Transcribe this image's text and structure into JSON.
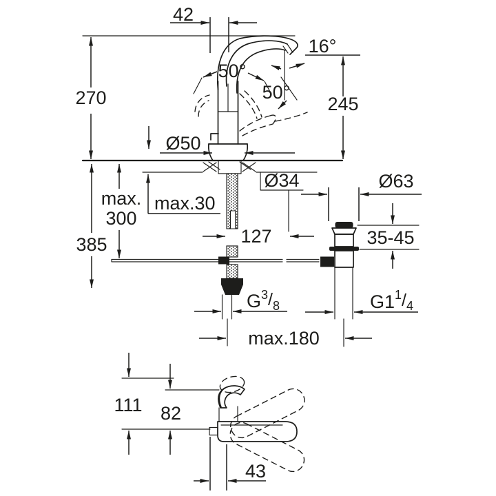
{
  "drawing": {
    "background": "#ffffff",
    "ink": "#1d1d1b"
  },
  "front_view": {
    "labels": {
      "width_top": "42",
      "spout_angle": "16°",
      "handle_swing_angle": "50°",
      "lever_lift_angle": "50°",
      "total_height": "270",
      "spout_height": "245",
      "base_diameter": "Ø50",
      "hole_diameter": "Ø34",
      "mount_depth_word": "max.",
      "mount_depth_value": "300",
      "deck_thickness": "max.30",
      "below_deck_height": "385",
      "rod_offset": "127",
      "waste_flange_diameter": "Ø63",
      "waste_deck_range": "35-45",
      "supply_thread": {
        "base": "G",
        "numerator": "3",
        "slash": "/",
        "denominator": "8"
      },
      "waste_thread": {
        "base": "G1",
        "numerator": "1",
        "slash": "/",
        "denominator": "4"
      },
      "hose_distance": "max.180"
    }
  },
  "top_view": {
    "labels": {
      "total_depth": "111",
      "body_depth": "82",
      "spout_offset": "43"
    }
  }
}
